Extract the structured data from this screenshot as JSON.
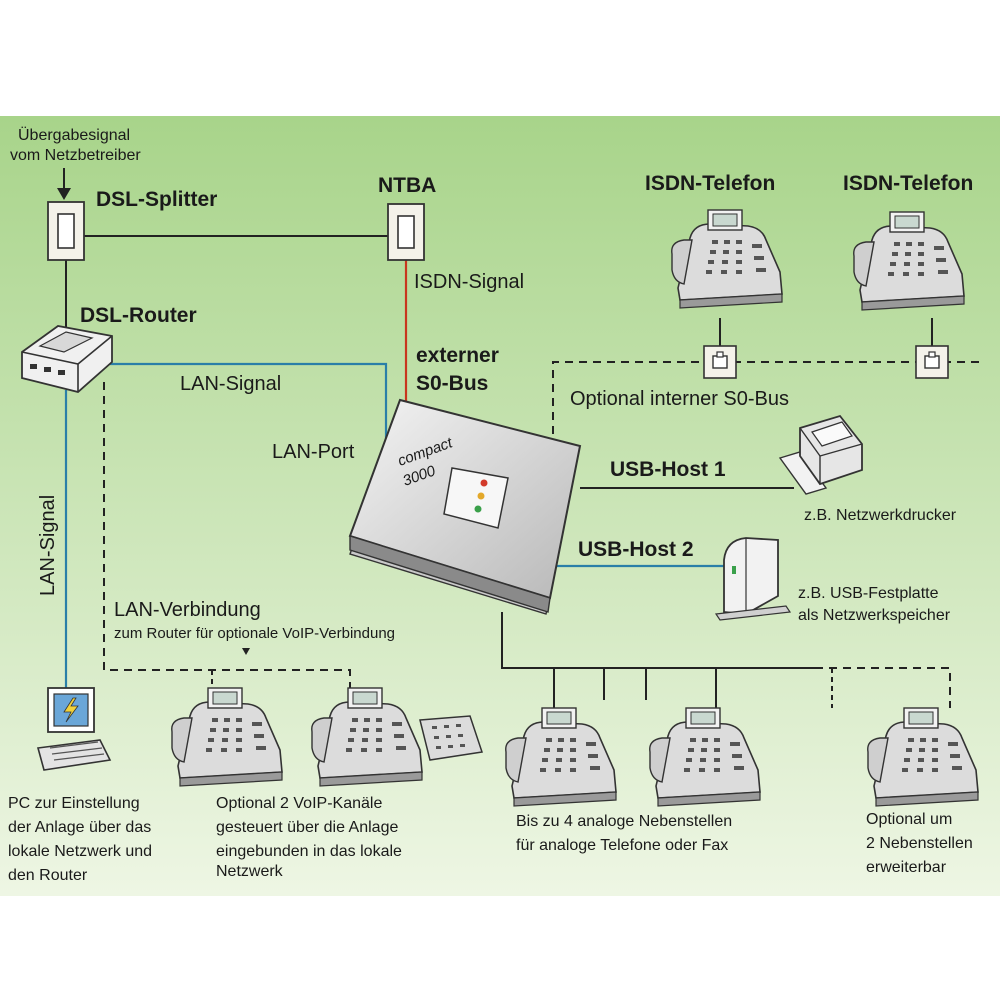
{
  "labels": {
    "carrier_signal": [
      "Übergabesignal",
      "vom Netzbetreiber"
    ],
    "dsl_splitter": "DSL-Splitter",
    "ntba": "NTBA",
    "dsl_router": "DSL-Router",
    "isdn_signal": "ISDN-Signal",
    "external_s0": [
      "externer",
      "S0-Bus"
    ],
    "isdn_phone_1": "ISDN-Telefon",
    "isdn_phone_2": "ISDN-Telefon",
    "lan_signal_h": "LAN-Signal",
    "lan_signal_v": "LAN-Signal",
    "lan_port": "LAN-Port",
    "internal_s0": "Optional interner S0-Bus",
    "usb_host_1": "USB-Host 1",
    "usb_host_2": "USB-Host 2",
    "printer_caption": "z.B. Netzwerkdrucker",
    "disk_caption": [
      "z.B. USB-Festplatte",
      "als Netzwerkspeicher"
    ],
    "lan_connection": "LAN-Verbindung",
    "lan_connection_sub": "zum Router für optionale VoIP-Verbindung",
    "device_label": [
      "compact",
      "3000"
    ],
    "pc_caption": [
      "PC zur Einstellung",
      "der Anlage über das",
      "lokale Netzwerk und",
      "den Router"
    ],
    "voip_caption": [
      "Optional 2 VoIP-Kanäle",
      "gesteuert über die Anlage",
      "eingebunden in das lokale",
      "Netzwerk"
    ],
    "analog_caption": [
      "Bis zu 4 analoge Nebenstellen",
      "für analoge Telefone oder Fax"
    ],
    "expand_caption": [
      "Optional um",
      "2 Nebenstellen",
      "erweiterbar"
    ]
  },
  "colors": {
    "background_top": "#a8d48a",
    "background_bottom": "#eef6e4",
    "lan_line": "#2a7fa8",
    "isdn_line": "#c8361e",
    "solid_line": "#222222",
    "led_colors": [
      "#d23a2a",
      "#e3a82a",
      "#3aa04a"
    ]
  },
  "icons": [
    "splitter-socket-icon",
    "ntba-socket-icon",
    "router-icon",
    "isdn-phone-icon",
    "s0-socket-icon",
    "printer-icon",
    "usb-disk-icon",
    "pc-icon",
    "voip-phone-icon",
    "system-phone-icon",
    "analog-phone-icon"
  ]
}
